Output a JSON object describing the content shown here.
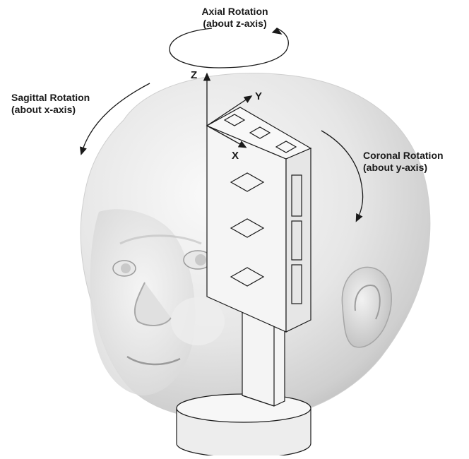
{
  "labels": {
    "axial": {
      "line1": "Axial Rotation",
      "line2": "(about z-axis)"
    },
    "sagittal": {
      "line1": "Sagittal Rotation",
      "line2": "(about x-axis)"
    },
    "coronal": {
      "line1": "Coronal Rotation",
      "line2": "(about y-axis)"
    },
    "axis_x": "X",
    "axis_y": "Y",
    "axis_z": "Z"
  },
  "colors": {
    "background": "#ffffff",
    "head_light": "#f4f4f4",
    "head_mid": "#dcdcdc",
    "head_shadow": "#b8b8b8",
    "line": "#1a1a1a"
  },
  "icons": [
    "infant-head",
    "sensor-module",
    "mounting-stand",
    "rotation-arrow"
  ]
}
